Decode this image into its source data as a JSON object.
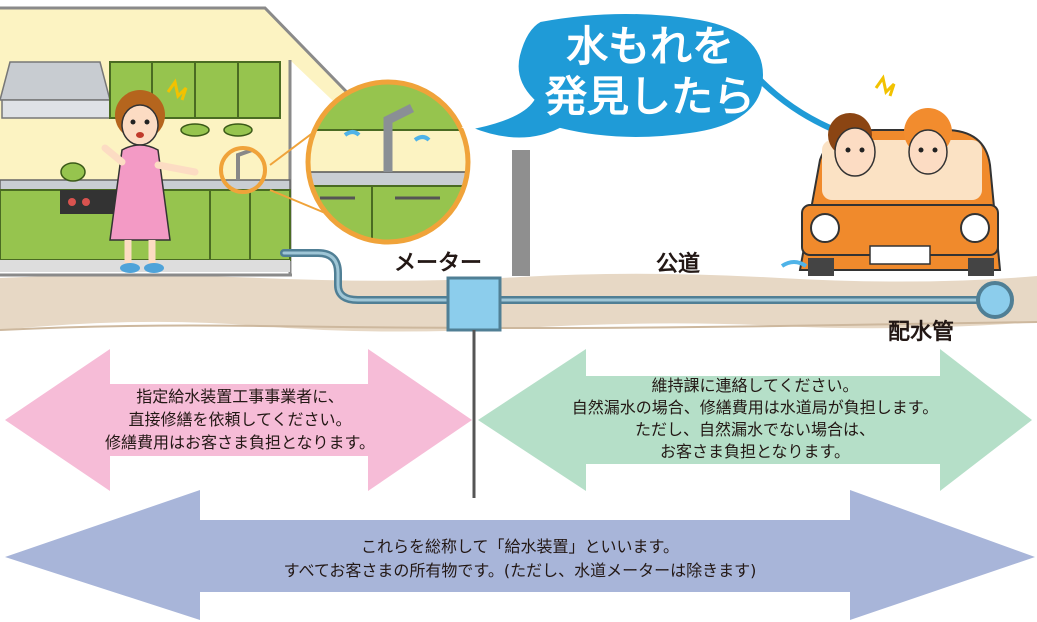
{
  "bubble": {
    "line1": "水もれを",
    "line2": "発見したら"
  },
  "labels": {
    "meter": "メーター",
    "public_road": "公道",
    "distribution_pipe": "配水管"
  },
  "left_arrow": {
    "lines": [
      "指定給水装置工事事業者に、",
      "直接修繕を依頼してください。",
      "修繕費用はお客さま負担となります。"
    ]
  },
  "right_arrow": {
    "lines": [
      "維持課に連絡してください。",
      "自然漏水の場合、修繕費用は水道局が負担します。",
      "ただし、自然漏水でない場合は、",
      "お客さま負担となります。"
    ]
  },
  "bottom_arrow": {
    "lines": [
      "これらを総称して「給水装置」といいます。",
      "すべてお客さまの所有物です。(ただし、水道メーターは除きます)"
    ]
  },
  "colors": {
    "pink_arrow": "#F6BCD7",
    "green_arrow": "#B5DFC8",
    "blue_arrow": "#A8B5D9",
    "ground": "#E7D8C5",
    "pipe": "#507F95",
    "meter_box": "#8CCDEC",
    "bubble": "#1F9BD7",
    "car": "#F08A2C"
  }
}
